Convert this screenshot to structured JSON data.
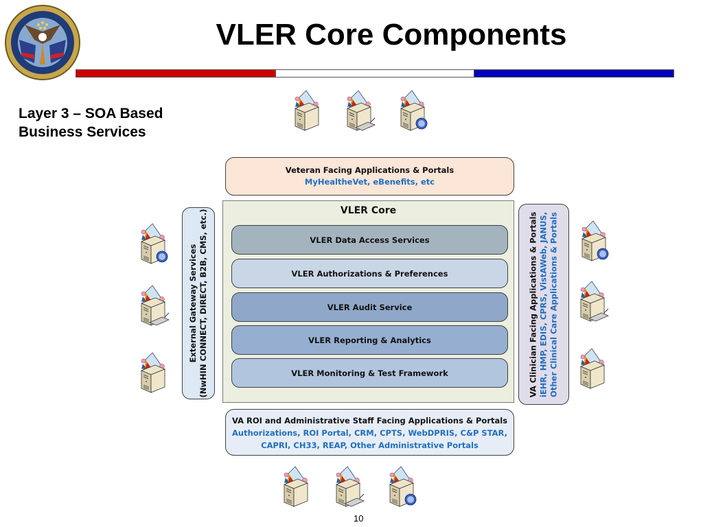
{
  "header": {
    "title": "VLER Core Components",
    "logo_alt": "Department of Veterans Affairs seal",
    "stripe_colors": {
      "red": "#cc0000",
      "white": "#ffffff",
      "blue": "#0000bb"
    }
  },
  "subtitle": {
    "line1": "Layer 3 – SOA Based",
    "line2": "Business Services"
  },
  "veteran_box": {
    "title": "Veteran Facing Applications & Portals",
    "examples": "MyHealtheVet, eBenefits, etc"
  },
  "core": {
    "title": "VLER Core",
    "services": [
      {
        "label": "VLER Data Access Services",
        "color": "#a4b4bf"
      },
      {
        "label": "VLER Authorizations & Preferences",
        "color": "#c8d6e6"
      },
      {
        "label": "VLER Audit Service",
        "color": "#8fa8c9"
      },
      {
        "label": "VLER Reporting & Analytics",
        "color": "#96afd1"
      },
      {
        "label": "VLER Monitoring & Test Framework",
        "color": "#b1c6de"
      }
    ]
  },
  "gateway_box": {
    "title": "External Gateway Services",
    "examples": "(NwHIN CONNECT, DIRECT, B2B, CMS, etc.)"
  },
  "clinician_box": {
    "title": "VA Clinician Facing Applications & Portals",
    "examples_line1": "iEHR, HMP, EDIS, CPRS, VistAWeb, JANUS,",
    "examples_line2": "Other Clinical Care Applications & Portals"
  },
  "admin_box": {
    "title": "VA ROI and Administrative Staff Facing Applications & Portals",
    "examples_line1": "Authorizations, ROI Portal, CRM, CPTS, WebDPRIS, C&P STAR,",
    "examples_line2": "CAPRI, CH33, REAP, Other Administrative Portals"
  },
  "icons": {
    "server_variants": [
      "server-icon",
      "server-keyboard-icon",
      "server-globe-icon"
    ]
  },
  "footer": {
    "page_number": "10"
  },
  "colors": {
    "link_blue": "#1f6fbf",
    "veteran_fill": "#fbe6d7",
    "core_fill": "#ecefe0",
    "gateway_fill": "#dce8f4",
    "clinician_fill": "#e0dcea",
    "admin_fill": "#e7edf6"
  }
}
